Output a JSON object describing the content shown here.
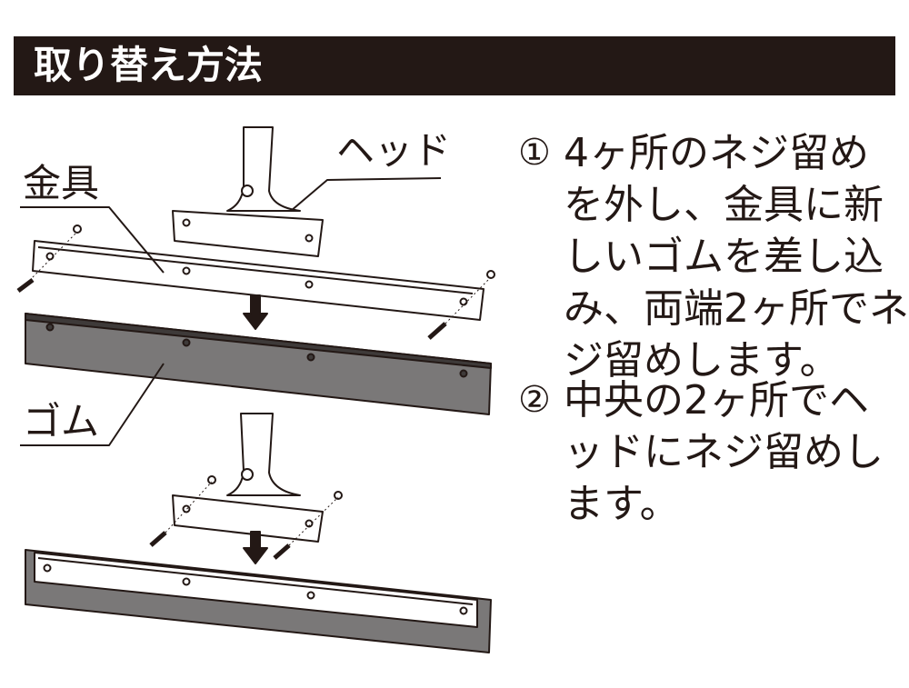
{
  "title": "取り替え方法",
  "labels": {
    "head": "ヘッド",
    "bracket": "金具",
    "rubber": "ゴム"
  },
  "steps": [
    {
      "number": "①",
      "lines": [
        "4ヶ所のネジ留め",
        "を外し、金具に新",
        "しいゴムを差し込",
        "み、両端2ヶ所でネ",
        "ジ留めします。"
      ]
    },
    {
      "number": "②",
      "lines": [
        "中央の2ヶ所でヘ",
        "ッドにネジ留めし",
        "ます。"
      ]
    }
  ],
  "colors": {
    "dark": "#231815",
    "rubber": "#7a7878"
  }
}
